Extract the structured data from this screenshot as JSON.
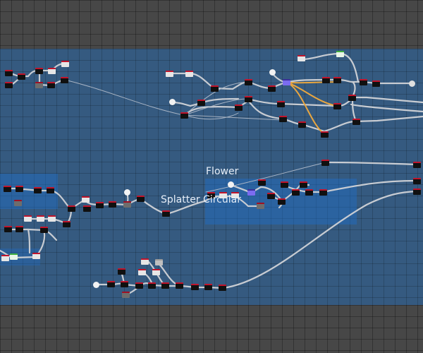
{
  "graph": {
    "frames": [
      {
        "id": "flower",
        "title": "Flower"
      },
      {
        "id": "splatter",
        "title": "Splatter Circular"
      }
    ]
  },
  "colors": {
    "background": "#474747",
    "graph_area": "#355a80",
    "frame": "#1e6ec8",
    "node_header": "#c0142b",
    "wire": "#c8ccd2",
    "wire_highlight": "#e8a640"
  },
  "icons": {
    "node": "graph-node-icon",
    "color-node": "color-node-icon",
    "output-node": "output-node-icon"
  }
}
